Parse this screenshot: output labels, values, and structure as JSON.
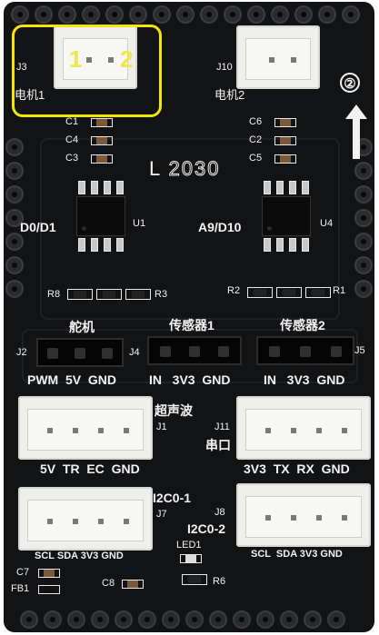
{
  "connectors_top": {
    "left": {
      "ref": "J3",
      "label": "电机1",
      "pin1": "1",
      "pin2": "2"
    },
    "right": {
      "ref": "J10",
      "label": "电机2",
      "marker": "②"
    }
  },
  "chip_labels": {
    "left_bus": "D0/D1",
    "left_ref": "U1",
    "right_bus": "A9/D10",
    "right_ref": "U4"
  },
  "model": {
    "prefix": "L",
    "number": "2030"
  },
  "caps_left": [
    "C1",
    "C4",
    "C3"
  ],
  "caps_right": [
    "C6",
    "C2",
    "C5"
  ],
  "res_left": [
    "R8",
    "R3"
  ],
  "res_right": [
    "R2",
    "R1"
  ],
  "headers": {
    "servo": {
      "title": "舵机",
      "ref": "J2",
      "pins": "PWM  5V  GND"
    },
    "sensor1": {
      "title": "传感器1",
      "ref": "J4",
      "pins": "IN   3V3  GND"
    },
    "sensor2": {
      "title": "传感器2",
      "ref": "J5",
      "pins": "IN   3V3  GND"
    }
  },
  "mid_connectors": {
    "ultrasonic": {
      "title": "超声波",
      "ref": "J1",
      "pins": "5V  TR  EC  GND"
    },
    "serial": {
      "title": "串口",
      "ref": "J11",
      "pins": "3V3  TX  RX  GND"
    }
  },
  "i2c": {
    "i2c1": {
      "title": "I2C0-1",
      "ref": "J7",
      "pins": "SCL SDA 3V3 GND"
    },
    "i2c2": {
      "title": "I2C0-2",
      "ref": "J8",
      "pins": "SCL  SDA 3V3 GND"
    }
  },
  "bottom": {
    "c7": "C7",
    "fb1": "FB1",
    "c8": "C8",
    "led": "LED1",
    "r6": "R6"
  },
  "colors": {
    "board": "#121315",
    "silk": "#f2f2f2",
    "highlight": "#f3e600",
    "connector": "#eeeeea"
  }
}
